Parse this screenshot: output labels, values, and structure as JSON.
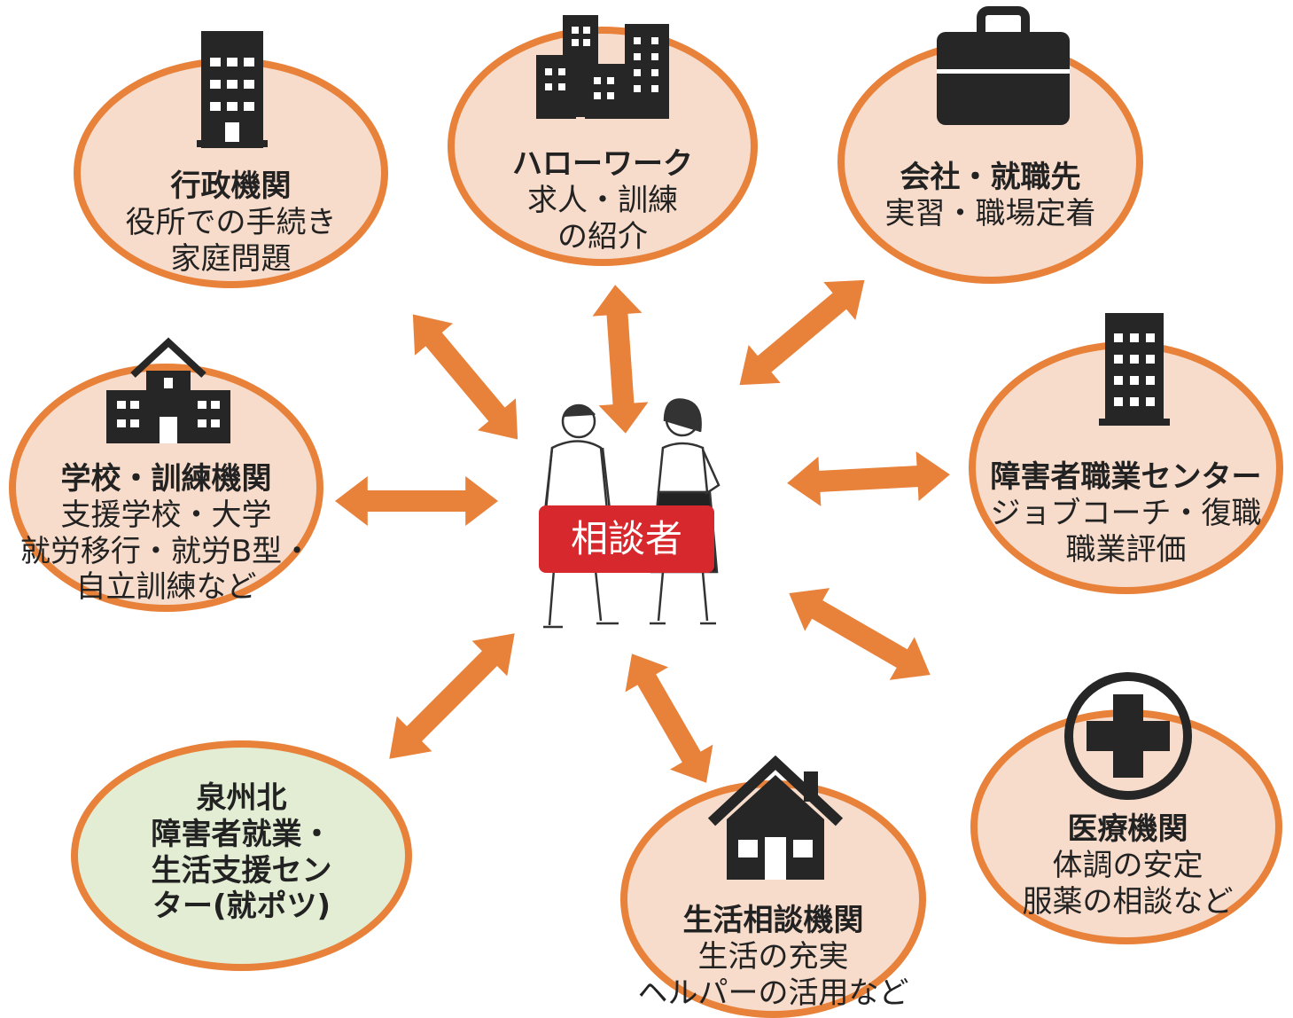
{
  "center": {
    "label": "相談者"
  },
  "colors": {
    "accent": "#E8813A",
    "oval_fill": "#F7DCCB",
    "oval_green": "#E2EDD3",
    "center_red": "#D7282E",
    "icon": "#262626"
  },
  "nodes": {
    "gyosei": {
      "icon": "office-building-icon",
      "title": "行政機関",
      "lines": [
        "役所での手続き",
        "家庭問題"
      ]
    },
    "hellowork": {
      "icon": "city-buildings-icon",
      "title": "ハローワーク",
      "lines": [
        "求人・訓練",
        "の紹介"
      ]
    },
    "company": {
      "icon": "briefcase-icon",
      "title": "会社・就職先",
      "lines": [
        "実習・職場定着"
      ]
    },
    "vocational_center": {
      "icon": "tall-building-icon",
      "title": "障害者職業センター",
      "lines": [
        "ジョブコーチ・復職",
        "職業評価"
      ]
    },
    "school": {
      "icon": "school-icon",
      "title": "学校・訓練機関",
      "lines": [
        "支援学校・大学",
        "就労移行・就労B型・",
        "自立訓練など"
      ]
    },
    "senshu": {
      "icon": "",
      "title": "",
      "lines": [
        "泉州北",
        "障害者就業・",
        "生活支援セン",
        "ター(就ポツ)"
      ]
    },
    "living": {
      "icon": "house-icon",
      "title": "生活相談機関",
      "lines": [
        "生活の充実",
        "ヘルパーの活用など"
      ]
    },
    "medical": {
      "icon": "medical-cross-icon",
      "title": "医療機関",
      "lines": [
        "体調の安定",
        "服薬の相談など"
      ]
    }
  }
}
